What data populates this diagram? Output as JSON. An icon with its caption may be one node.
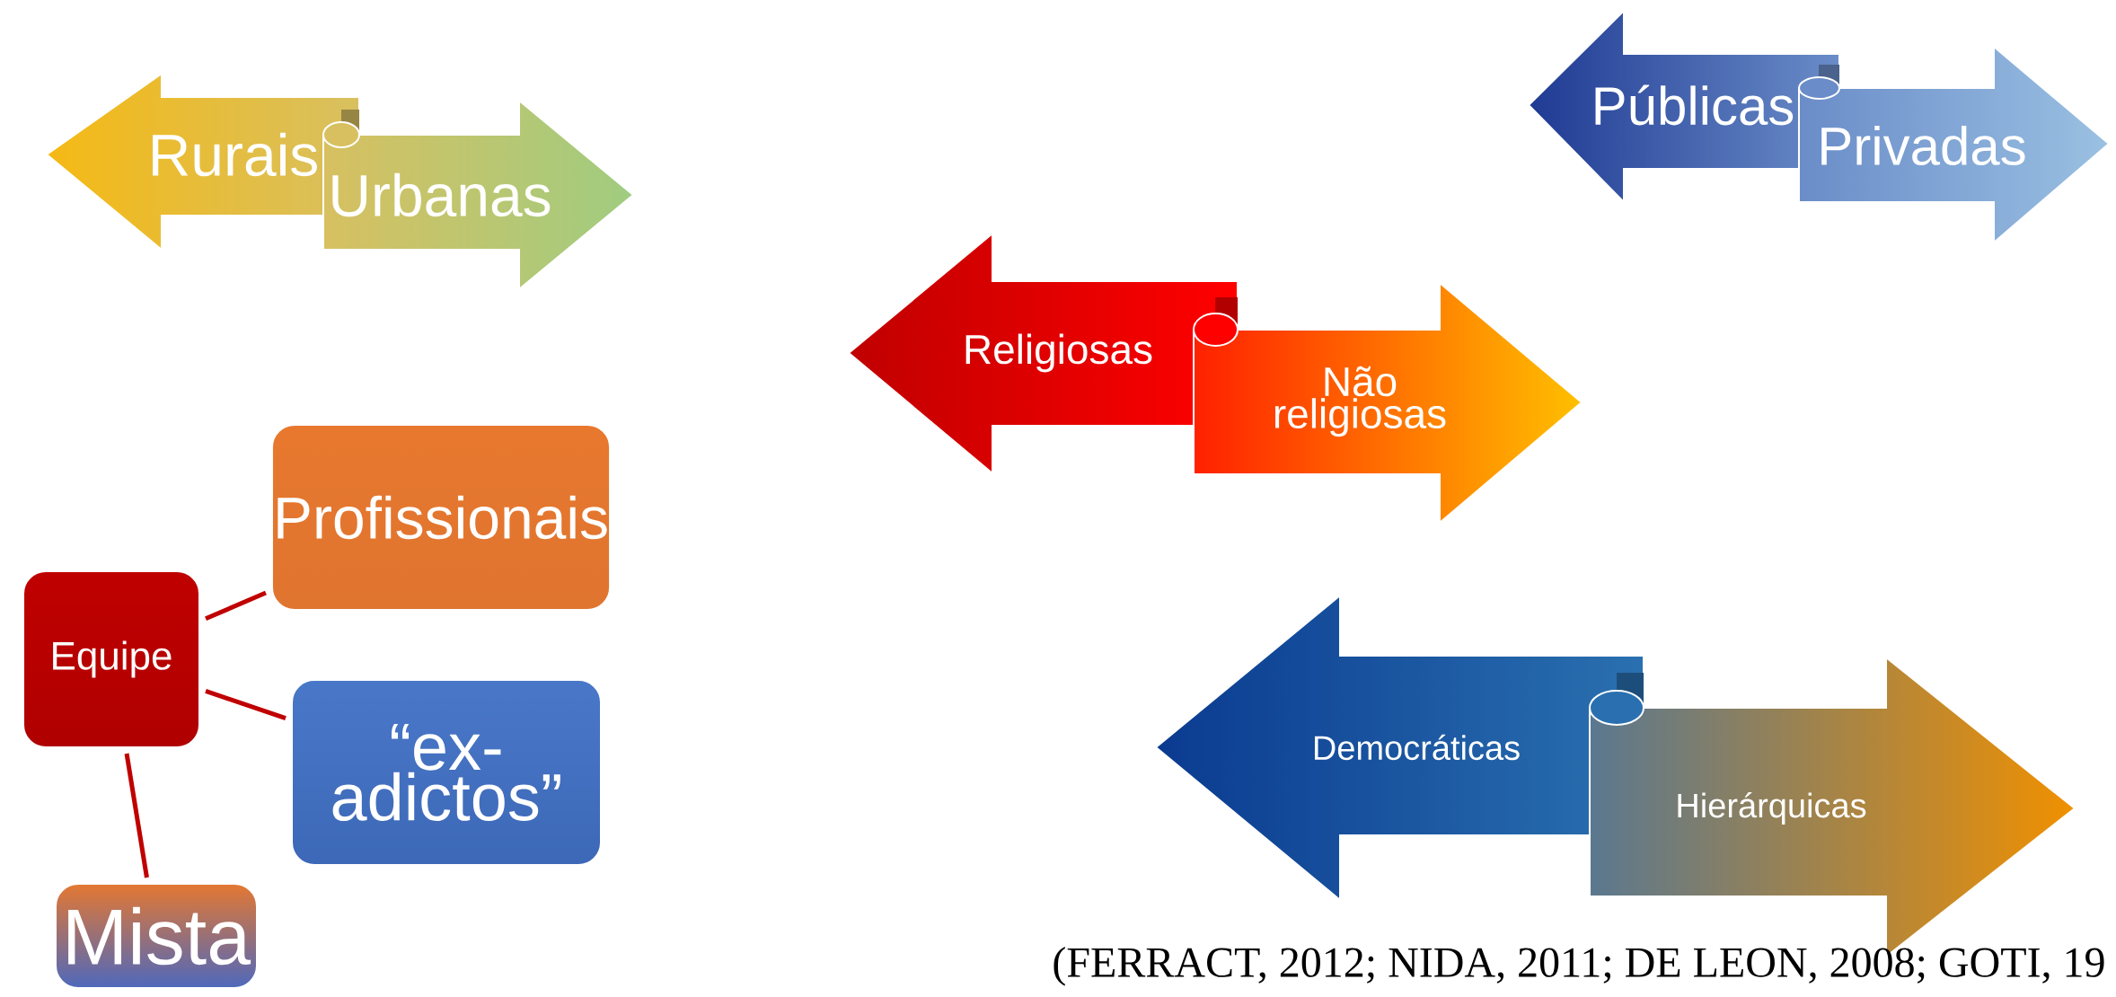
{
  "diagram": {
    "nodes": [
      {
        "text": [
          "Rurais"
        ]
      },
      {
        "text": [
          "Urbanas"
        ]
      },
      {
        "text": [
          "Públicas"
        ]
      },
      {
        "text": [
          "Privadas"
        ]
      },
      {
        "text": [
          "Religiosas"
        ]
      },
      {
        "text": [
          "Não religiosas"
        ]
      },
      {
        "text": [
          "Democráticas"
        ]
      },
      {
        "text": [
          "Hierárquicas"
        ]
      },
      {
        "text": [
          "Equipe"
        ]
      },
      {
        "text": [
          "Profissionais"
        ]
      },
      {
        "text": [
          "“ex-adictos”"
        ]
      },
      {
        "text": [
          "Mista"
        ]
      }
    ],
    "edges": [
      {
        "from": 8,
        "to": 9,
        "arrow": "none"
      },
      {
        "from": 8,
        "to": 10,
        "arrow": "none"
      },
      {
        "from": 8,
        "to": 11,
        "arrow": "none"
      }
    ],
    "labels": [
      "(FERRACT, 2012; NIDA, 2011; DE LEON, 2008; GOTI, 19"
    ]
  }
}
